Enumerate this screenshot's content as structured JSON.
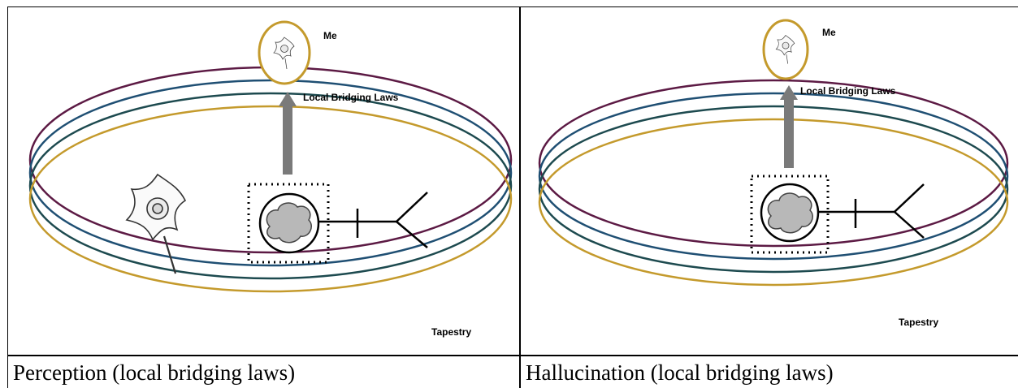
{
  "panels": [
    {
      "labels": {
        "me": "Me",
        "bridging": "Local Bridging Laws",
        "tapestry": "Tapestry"
      },
      "caption": "Perception (local bridging laws)"
    },
    {
      "labels": {
        "me": "Me",
        "bridging": "Local Bridging Laws",
        "tapestry": "Tapestry"
      },
      "caption": "Hallucination (local bridging laws)"
    }
  ],
  "colors": {
    "ring_purple": "#5c1a44",
    "ring_blue": "#1f4f73",
    "ring_teal": "#1d4a4f",
    "ring_gold": "#c49a2c",
    "me_circle": "#c49a2c",
    "arrow": "#7a7a7a",
    "cloud": "#b8b8b8"
  },
  "icons": [
    "daffodil-icon",
    "brain-cloud-icon",
    "neuron-icon",
    "arrow-up-icon"
  ]
}
